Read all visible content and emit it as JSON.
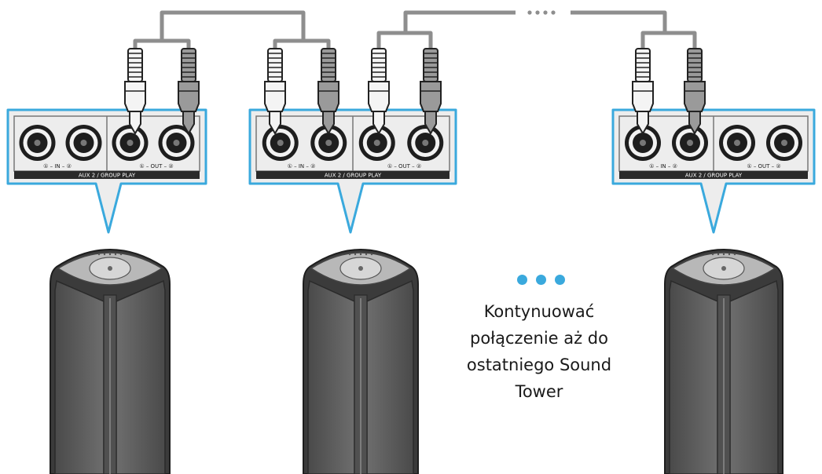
{
  "colors": {
    "accent": "#3aa9dd",
    "panel_fill": "#ededed",
    "cable": "#8e8e8e",
    "speaker_body": "#5e5e5e",
    "speaker_dark": "#2f2f2f"
  },
  "panel": {
    "port_labels": [
      "① – IN – ②",
      "① – OUT – ②"
    ],
    "footer_label": "AUX 2 / GROUP PLAY"
  },
  "caption": {
    "lines": [
      "Kontynuować",
      "połączenie aż do",
      "ostatniego Sound",
      "Tower"
    ]
  },
  "icons": {
    "continuation_dots": "ellipsis-dots",
    "cable_gap": "dotted-ellipsis"
  }
}
